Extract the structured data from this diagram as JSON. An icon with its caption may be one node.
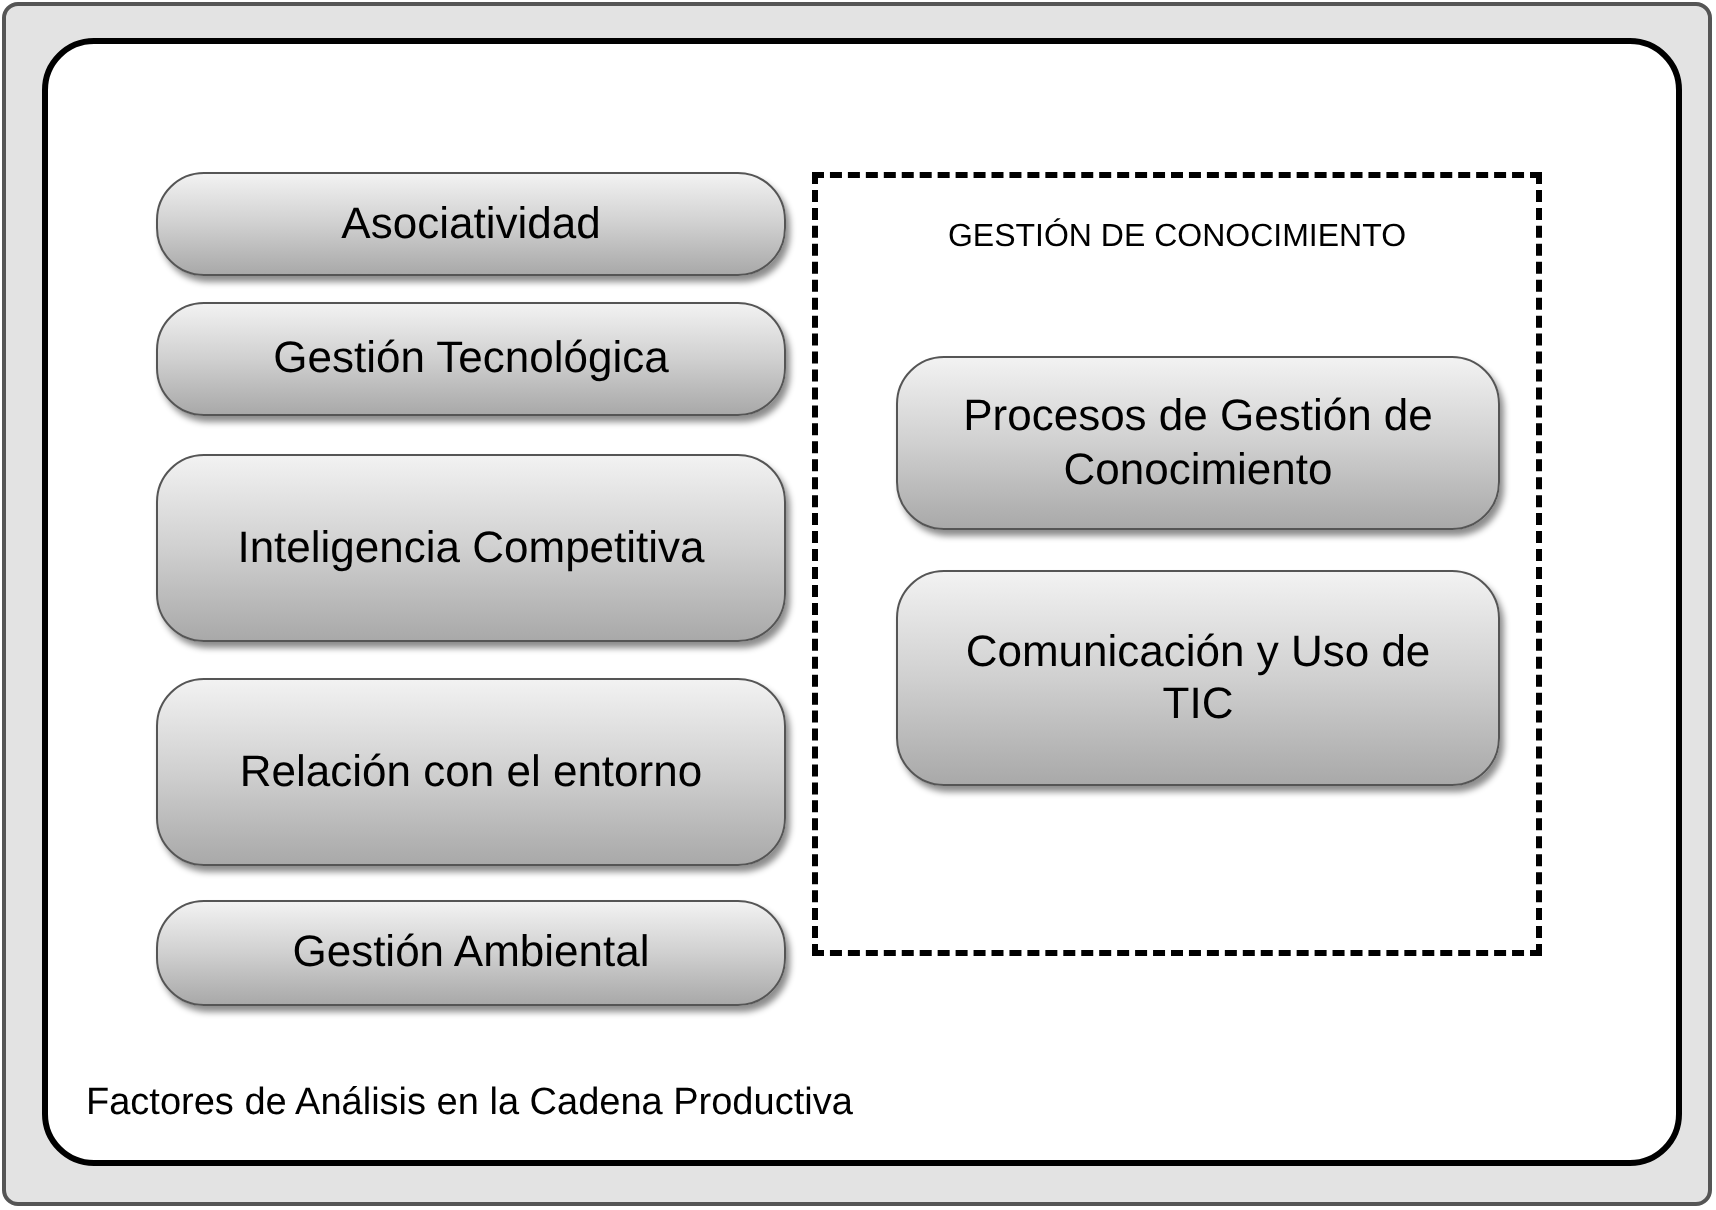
{
  "diagram": {
    "nodes": [
      {
        "text": [
          "Factores de Análisis en la Cadena Productiva"
        ]
      },
      {
        "text": [
          "Asociatividad"
        ],
        "in": 0
      },
      {
        "text": [
          "Gestión Tecnológica"
        ],
        "in": 0
      },
      {
        "text": [
          "Inteligencia Competitiva"
        ],
        "in": 0
      },
      {
        "text": [
          "Relación con el entorno"
        ],
        "in": 0
      },
      {
        "text": [
          "Gestión Ambiental"
        ],
        "in": 0
      },
      {
        "text": [
          "GESTIÓN DE CONOCIMIENTO"
        ],
        "in": 0
      },
      {
        "text": [
          "Procesos de Gestión de Conocimiento"
        ],
        "in": 6
      },
      {
        "text": [
          "Comunicación y Uso de TIC"
        ],
        "in": 6
      }
    ]
  }
}
